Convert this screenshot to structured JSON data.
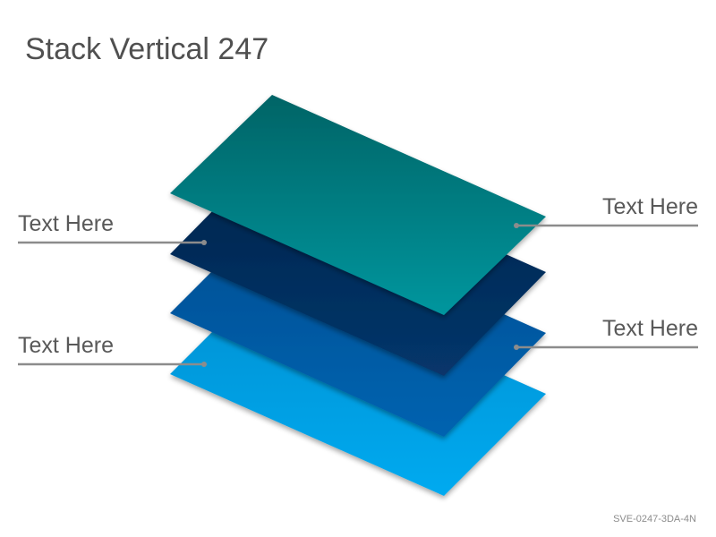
{
  "title": "Stack Vertical 247",
  "labels": {
    "left_top": "Text Here",
    "left_bottom": "Text Here",
    "right_top": "Text Here",
    "right_bottom": "Text Here"
  },
  "footer_code": "SVE-0247-3DA-4N",
  "colors": {
    "layer_1_top": "#006b6b",
    "layer_1_bottom": "#00939c",
    "layer_2": "#002a55",
    "layer_3": "#005aa3",
    "layer_4": "#00a2e8",
    "leader_line": "#8c8c8c",
    "title_text": "#505050"
  }
}
